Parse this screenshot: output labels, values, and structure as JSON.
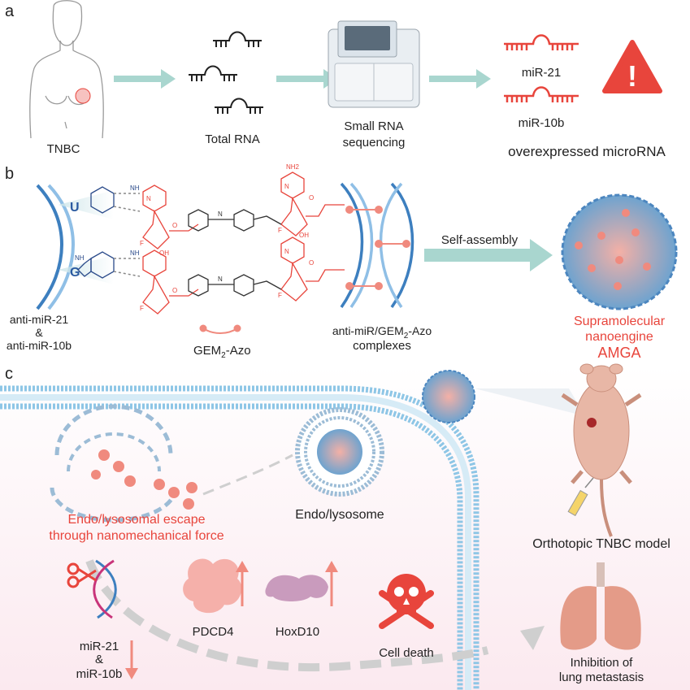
{
  "panels": {
    "a": {
      "letter": "a",
      "tnbc": "TNBC",
      "total_rna": "Total RNA",
      "seq_line1": "Small RNA",
      "seq_line2": "sequencing",
      "mir21": "miR-21",
      "mir10b": "miR-10b",
      "overexpressed": "overexpressed microRNA",
      "warning_glyph": "!"
    },
    "b": {
      "letter": "b",
      "base_u": "U",
      "base_g": "G",
      "anti_line1": "anti-miR-21",
      "anti_amp": "&",
      "anti_line2": "anti-miR-10b",
      "gem_label": "GEM",
      "gem_sub": "2",
      "gem_suffix": "-Azo",
      "complex_line1_a": "anti-miR/GEM",
      "complex_line1_sub": "2",
      "complex_line1_b": "-Azo",
      "complex_line2": "complexes",
      "self_assembly": "Self-assembly",
      "supra_line1": "Supramolecular",
      "supra_line2": "nanoengine",
      "amga": "AMGA",
      "atoms": [
        "N",
        "NH",
        "NH",
        "O",
        "O",
        "F",
        "OH",
        "F",
        "N",
        "N",
        "NH",
        "NH2",
        "O",
        "O",
        "F",
        "OH",
        "F",
        "N",
        "N"
      ]
    },
    "c": {
      "letter": "c",
      "escape_line1": "Endo/lysosomal escape",
      "escape_line2": "through nanomechanical force",
      "endo": "Endo/lysosome",
      "orthotopic": "Orthotopic TNBC model",
      "mir21": "miR-21",
      "amp": "&",
      "mir10b": "miR-10b",
      "pdcd4": "PDCD4",
      "hoxd10": "HoxD10",
      "cell_death": "Cell death",
      "inhibit_line1": "Inhibition of",
      "inhibit_line2": "lung metastasis"
    }
  },
  "colors": {
    "arrow_teal": "#a9d6cf",
    "red": "#e8453c",
    "salmon": "#f08a7e",
    "blue": "#6ea3cf",
    "lightblue": "#bcdcef",
    "gray": "#d0d0d0",
    "text": "#222222",
    "panel_c_bg": "#fbeef2"
  },
  "icons": [
    "woman-silhouette-icon",
    "sequencer-icon",
    "warning-icon",
    "dna-helix-icon",
    "nanoparticle-icon",
    "mouse-icon",
    "lungs-icon",
    "skull-icon",
    "scissors-icon",
    "syringe-icon"
  ]
}
